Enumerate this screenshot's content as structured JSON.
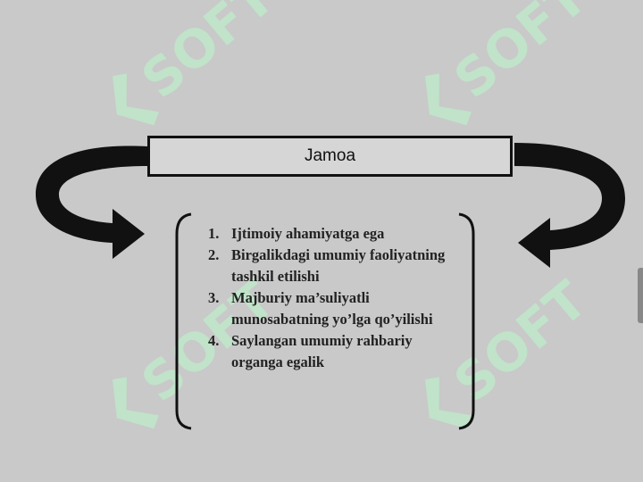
{
  "diagram": {
    "title": "Jamoa",
    "items": [
      {
        "num": "1.",
        "text": "Ijtimoiy ahamiyatga ega"
      },
      {
        "num": "2.",
        "text": "Birgalikdagi umumiy faoliyatning tashkil etilishi"
      },
      {
        "num": "3.",
        "text": "Majburiy ma’suliyatli munosabatning yo’lga qo’yilishi"
      },
      {
        "num": "4.",
        "text": "Saylangan umumiy rahbariy organga egalik"
      }
    ]
  },
  "watermark": {
    "text": "SOFT",
    "color": "#bfe8c9"
  },
  "colors": {
    "background": "#c9c9c9",
    "stroke": "#111111"
  }
}
